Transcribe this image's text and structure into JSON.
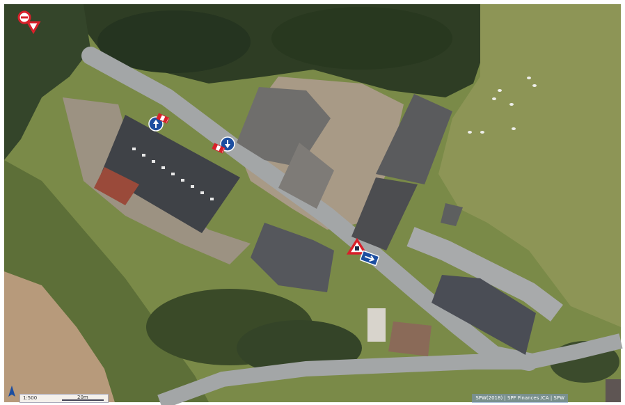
{
  "map": {
    "scale_ratio": "1:500",
    "scale_distance": "20m",
    "attribution": "SPW(2018) | SPF Finances /CA | SPW",
    "north_arrow_icon": "north-arrow-icon",
    "colors": {
      "grass": "#7d8a4a",
      "forest": "#2c3a22",
      "road": "#9ea1a2",
      "roof_dark": "#4a4c50",
      "roof_light": "#7c7b78",
      "field_bare": "#b5987b",
      "sign_red": "#d8202a",
      "sign_blue": "#1c4ea0"
    }
  },
  "signs": [
    {
      "type": "no-entry-sign-icon"
    },
    {
      "type": "yield-sign-icon"
    },
    {
      "type": "mandatory-ahead-sign-icon"
    },
    {
      "type": "road-narrowing-sign-icon"
    },
    {
      "type": "mandatory-down-sign-icon"
    },
    {
      "type": "road-narrowing-sign-icon"
    },
    {
      "type": "yield-sign-icon"
    },
    {
      "type": "one-way-sign-icon"
    }
  ]
}
